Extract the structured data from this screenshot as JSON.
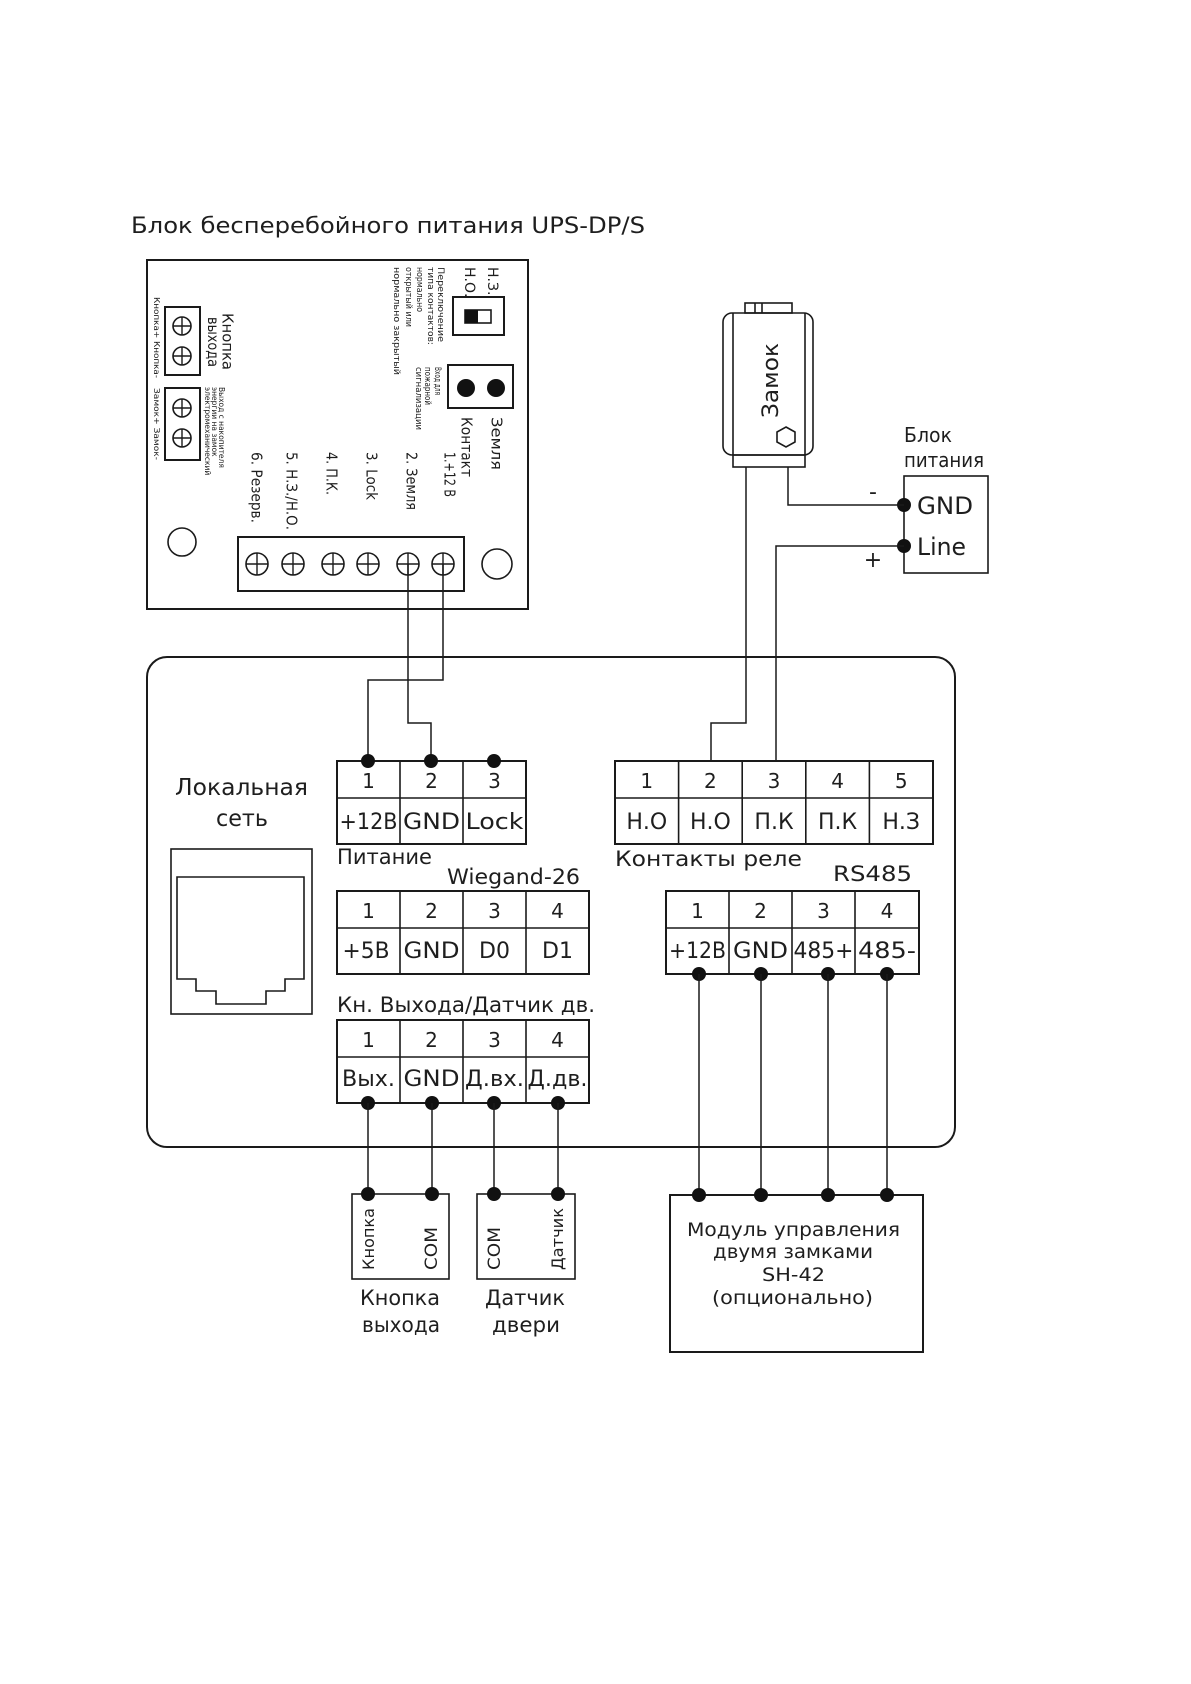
{
  "title": "Блок бесперебойного питания UPS-DP/S",
  "colors": {
    "line": "#1a1a1a",
    "background": "#ffffff"
  },
  "ups_board": {
    "exit_button": {
      "label": [
        "Кнопка",
        "выхода"
      ],
      "terminals": "Кнопка+ Кнопка-"
    },
    "lock_output": {
      "terminals": "Замок+ Замок-",
      "note": [
        "Выход с накопителя",
        "энергии на замок",
        "электромеханический"
      ]
    },
    "contact_switch": {
      "labels": [
        "Н.З.",
        "Н.О."
      ],
      "note": [
        "Переключение",
        "типа контактов:",
        "нормально",
        "открытый или",
        "нормально закрытый"
      ]
    },
    "fire_alarm_input": {
      "note": [
        "Вход для",
        "пожарной",
        "сигнализации"
      ],
      "pins": [
        "Контакт",
        "Земля"
      ]
    },
    "terminal_labels": [
      "1.+12 В",
      "2. Земля",
      "3. Lock",
      "4. П.К.",
      "5. Н.З./Н.О.",
      "6. Резерв."
    ]
  },
  "lock": {
    "label": "Замок"
  },
  "power_supply": {
    "title": [
      "Блок",
      "питания"
    ],
    "pins": [
      {
        "name": "GND",
        "polarity": "-"
      },
      {
        "name": "Line",
        "polarity": "+"
      }
    ]
  },
  "controller": {
    "lan": {
      "label": [
        "Локальная",
        "сеть"
      ]
    },
    "power": {
      "label": "Питание",
      "pins": [
        "1",
        "2",
        "3"
      ],
      "signals": [
        "+12В",
        "GND",
        "Lock"
      ]
    },
    "relay": {
      "label": "Контакты реле",
      "pins": [
        "1",
        "2",
        "3",
        "4",
        "5"
      ],
      "signals": [
        "Н.О",
        "Н.О",
        "П.К",
        "П.К",
        "Н.З"
      ]
    },
    "wiegand": {
      "label": "Wiegand-26",
      "pins": [
        "1",
        "2",
        "3",
        "4"
      ],
      "signals": [
        "+5В",
        "GND",
        "D0",
        "D1"
      ]
    },
    "rs485": {
      "label": "RS485",
      "pins": [
        "1",
        "2",
        "3",
        "4"
      ],
      "signals": [
        "+12В",
        "GND",
        "485+",
        "485-"
      ]
    },
    "exit_sensor": {
      "label": "Кн. Выхода/Датчик дв.",
      "pins": [
        "1",
        "2",
        "3",
        "4"
      ],
      "signals": [
        "Вых.",
        "GND",
        "Д.вх.",
        "Д.дв."
      ]
    }
  },
  "exit_button": {
    "pins": [
      "Кнопка",
      "COM"
    ],
    "label": [
      "Кнопка",
      "выхода"
    ]
  },
  "door_sensor": {
    "pins": [
      "COM",
      "Датчик"
    ],
    "label": [
      "Датчик",
      "двери"
    ]
  },
  "sh42_module": {
    "lines": [
      "Модуль управления",
      "двумя замками",
      "SH-42",
      "(опционально)"
    ]
  }
}
